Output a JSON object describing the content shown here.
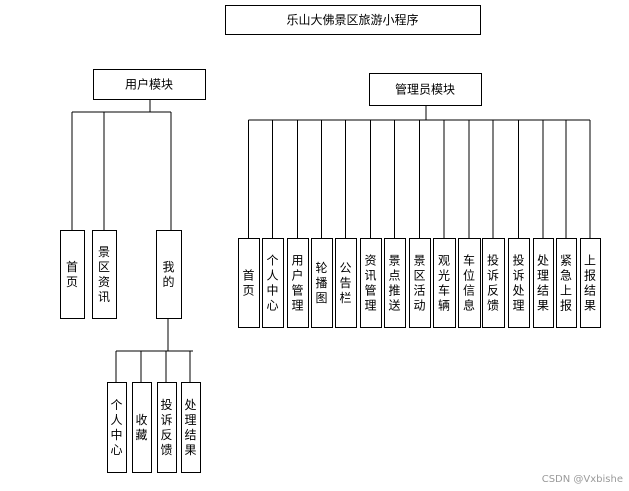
{
  "diagram": {
    "root": "乐山大佛景区旅游小程序",
    "user_module": {
      "title": "用户模块",
      "children": [
        "首页",
        "景区资讯",
        "我的"
      ],
      "mine_children": [
        "个人中心",
        "收藏",
        "投诉反馈",
        "处理结果"
      ]
    },
    "admin_module": {
      "title": "管理员模块",
      "children": [
        "首页",
        "个人中心",
        "用户管理",
        "轮播图",
        "公告栏",
        "资讯管理",
        "景点推送",
        "景区活动",
        "观光车辆",
        "车位信息",
        "投诉反馈",
        "投诉处理",
        "处理结果",
        "紧急上报",
        "上报结果"
      ]
    }
  },
  "watermark": "CSDN @Vxbishe"
}
